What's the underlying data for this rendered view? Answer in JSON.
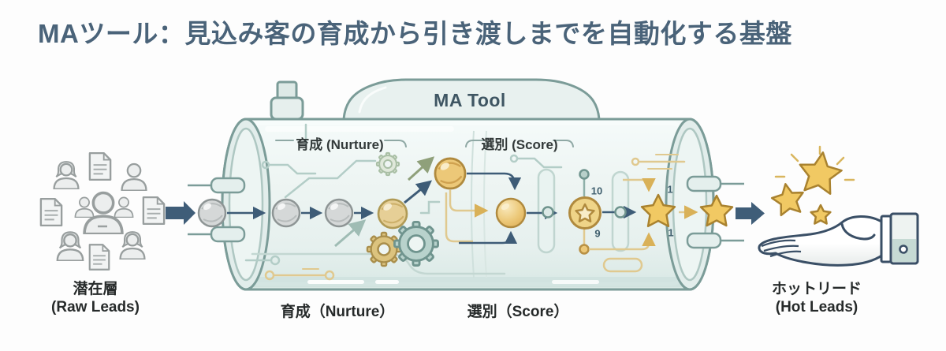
{
  "title": "MAツール：見込み客の育成から引き渡しまでを自動化する基盤",
  "machine": {
    "label": "MA Tool",
    "inner_nurture_label": "育成 (Nurture)",
    "inner_score_label": "選別 (Score)"
  },
  "stages": {
    "raw_leads": {
      "jp": "潜在層",
      "en": "(Raw Leads)"
    },
    "nurture": {
      "label": "育成（Nurture）"
    },
    "score": {
      "label": "選別（Score）"
    },
    "hot_leads": {
      "jp": "ホットリード",
      "en": "(Hot Leads)"
    }
  },
  "scores": {
    "coin_top": "10",
    "coin_bottom": "9",
    "star_top": "1",
    "star_bottom": "1"
  },
  "icons": {
    "raw_leads_cluster": "people-and-documents",
    "machine": "glass-tank-machine",
    "nurture_items": "lead-balls-and-gears",
    "score_items": "score-coin-and-stars",
    "output": "open-hand-with-stars"
  },
  "colors": {
    "title": "#4a6379",
    "navy_arrow": "#3e5c77",
    "machine_outline": "#7b9c98",
    "machine_fill": "#e9f2f0",
    "gold": "#ecc878",
    "gray_ball": "#d5d8d8",
    "trace_teal": "#b3cdc7",
    "trace_gold": "#e0c98f"
  }
}
